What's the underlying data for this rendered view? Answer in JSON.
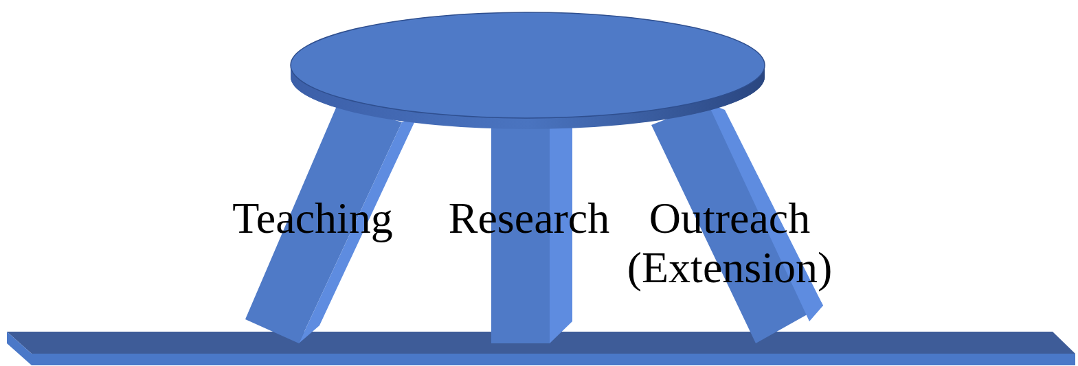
{
  "diagram": {
    "labels": [
      "Teaching",
      "Research",
      "Outreach (Extension)"
    ]
  }
}
